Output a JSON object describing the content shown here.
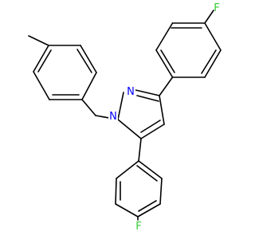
{
  "colors": {
    "background": "#ffffff",
    "bond": "#000000",
    "nitrogen": "#0000ff",
    "fluorine": "#33cc33"
  },
  "molecule": {
    "atom_labels": {
      "n1": "N",
      "n2": "N",
      "f_top": "F",
      "f_bottom": "F"
    }
  }
}
